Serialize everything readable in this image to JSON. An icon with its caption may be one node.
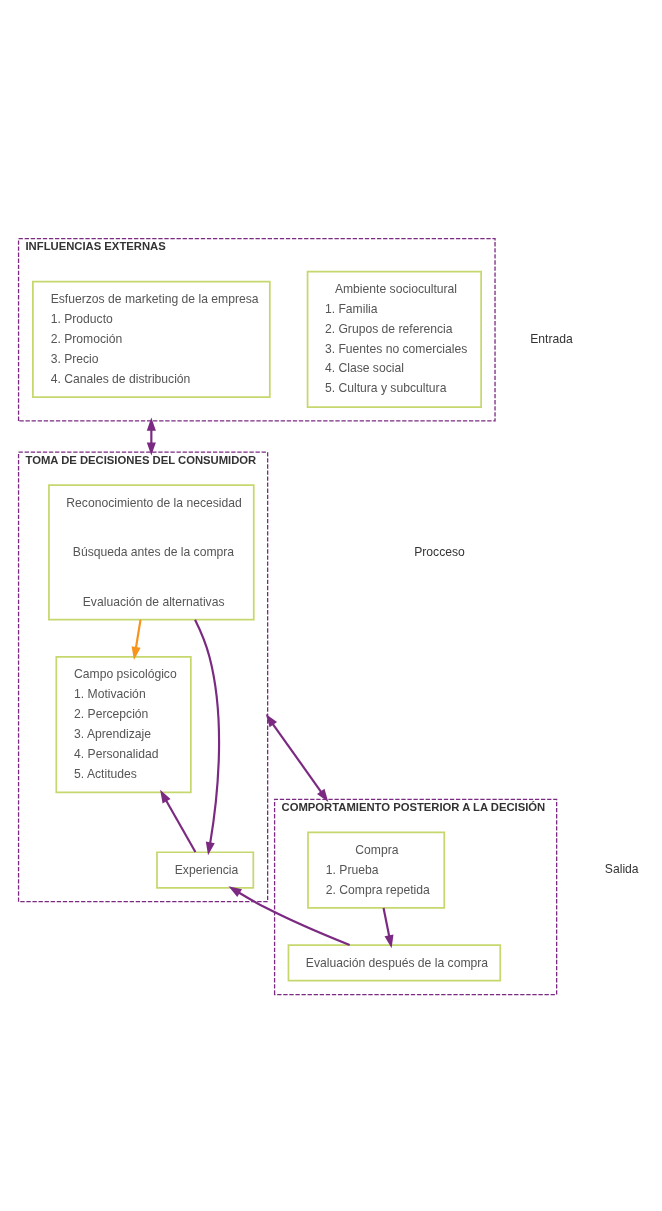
{
  "diagram": {
    "nodes": [
      {
        "text": [
          "INFLUENCIAS EXTERNAS"
        ]
      },
      {
        "text": [
          "Esfuerzos de marketing de la empresa",
          "1. Producto",
          "2. Promoción",
          "3. Precio",
          "4. Canales de distribución"
        ],
        "in": 0
      },
      {
        "text": [
          "Ambiente sociocultural",
          "1. Familia",
          "2. Grupos de referencia",
          "3. Fuentes no comerciales",
          "4. Clase social",
          "5. Cultura y subcultura"
        ],
        "in": 0
      },
      {
        "text": [
          "TOMA DE DECISIONES DEL CONSUMIDOR"
        ]
      },
      {
        "text": [
          "Reconocimiento de la necesidad",
          "Búsqueda antes de la compra",
          "Evaluación de alternativas"
        ],
        "in": 3
      },
      {
        "text": [
          "Campo psicológico",
          "1. Motivación",
          "2. Percepción",
          "3. Aprendizaje",
          "4. Personalidad",
          "5. Actitudes"
        ],
        "in": 3
      },
      {
        "text": [
          "Experiencia"
        ],
        "in": 3
      },
      {
        "text": [
          "COMPORTAMIENTO POSTERIOR A LA DECISIÓN"
        ]
      },
      {
        "text": [
          "Compra",
          "1. Prueba",
          "2. Compra repetida"
        ],
        "in": 7
      },
      {
        "text": [
          "Evaluación después de la compra"
        ],
        "in": 7
      }
    ],
    "edges": [
      {
        "from": 0,
        "to": 3,
        "arrow": "both"
      },
      {
        "from": 4,
        "to": 5,
        "arrow": "to",
        "color": "#f7941d"
      },
      {
        "from": 4,
        "to": 6,
        "arrow": "to"
      },
      {
        "from": 6,
        "to": 5,
        "arrow": "to"
      },
      {
        "from": 3,
        "to": 7,
        "arrow": "both"
      },
      {
        "from": 8,
        "to": 9,
        "arrow": "to"
      },
      {
        "from": 9,
        "to": 6,
        "arrow": "to"
      }
    ],
    "labels": [
      "Entrada",
      "Procceso",
      "Salida"
    ]
  }
}
